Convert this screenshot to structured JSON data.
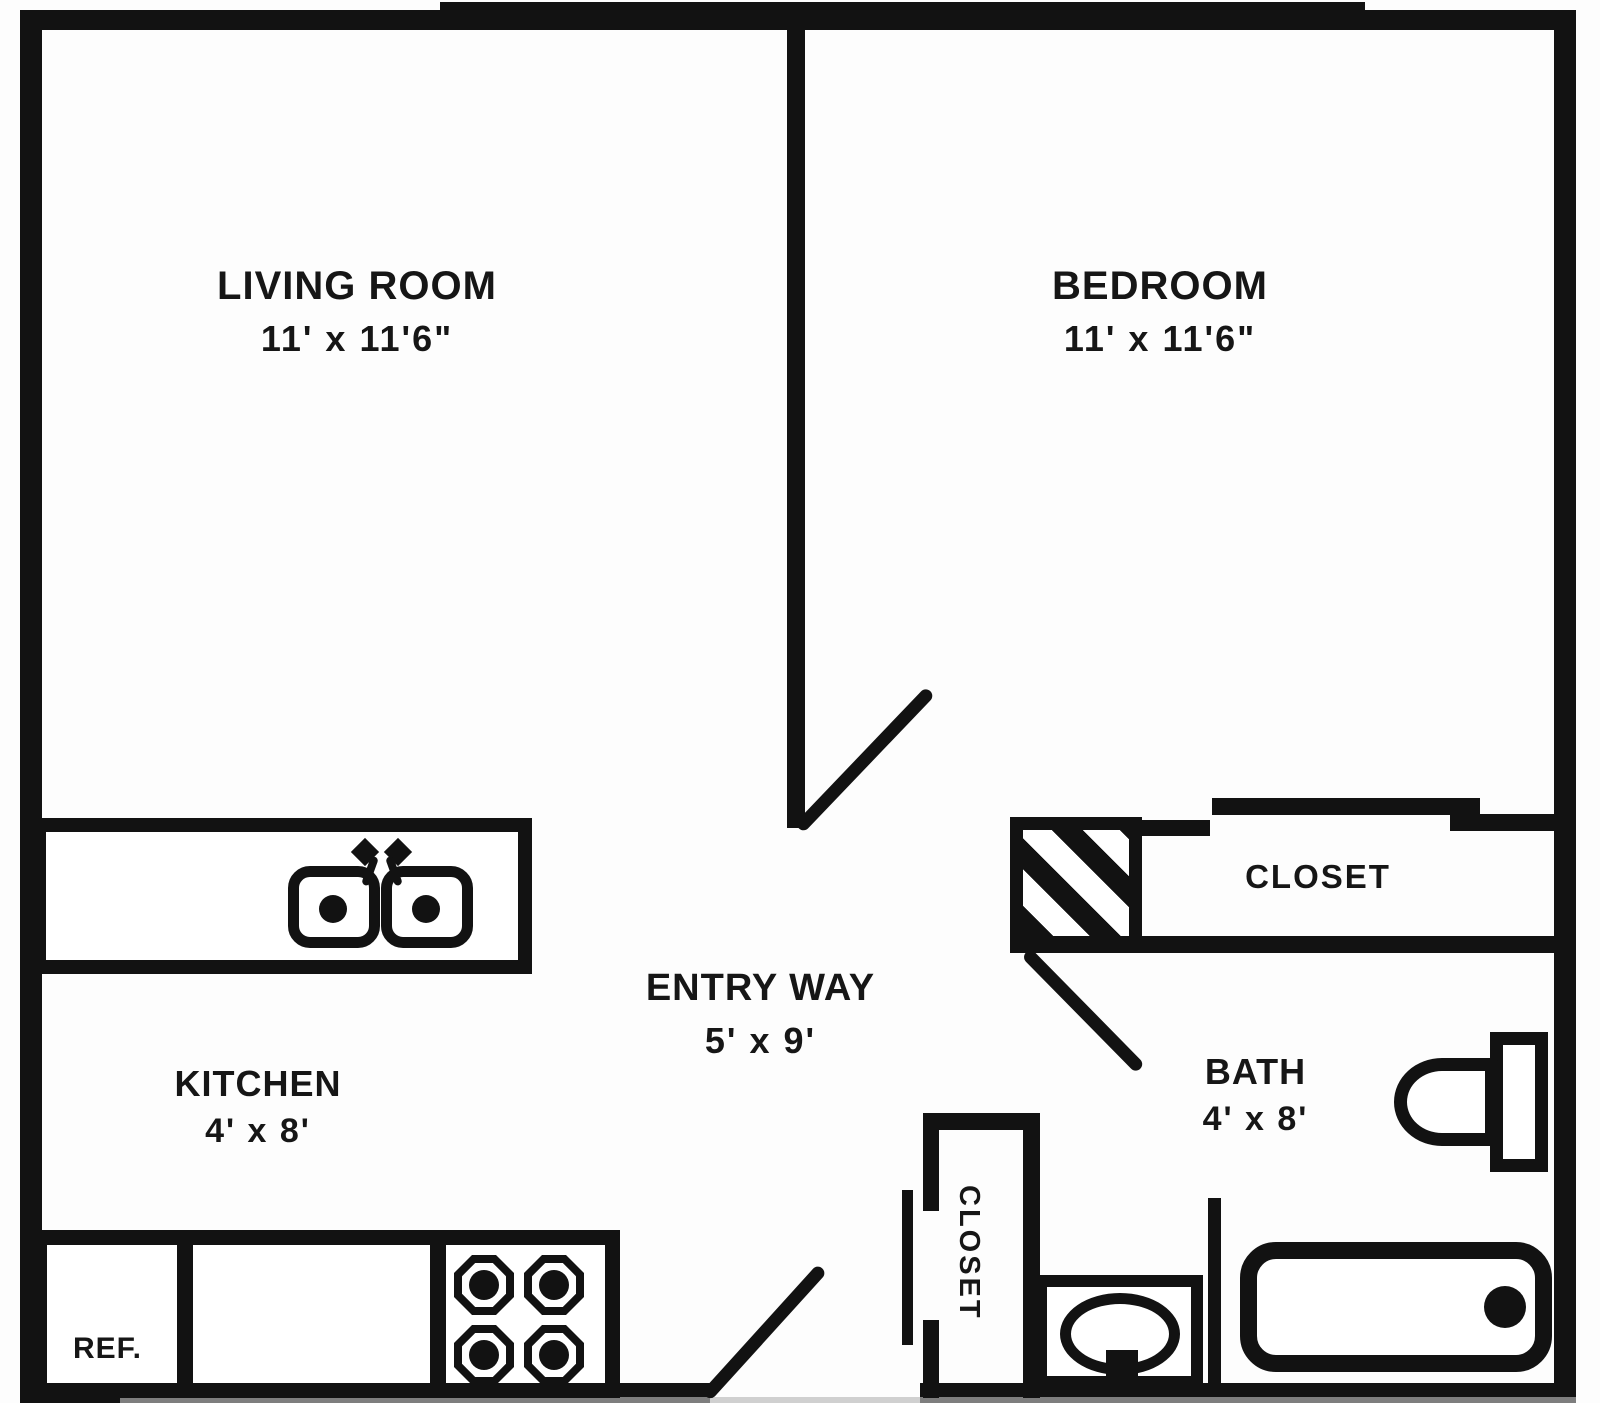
{
  "document": {
    "type": "apartment floor plan"
  },
  "colors": {
    "ink": "#121212",
    "paper": "#ffffff"
  },
  "rooms": {
    "living_room": {
      "name": "LIVING ROOM",
      "dimensions": "11' x 11'6\""
    },
    "bedroom": {
      "name": "BEDROOM",
      "dimensions": "11' x 11'6\""
    },
    "kitchen": {
      "name": "KITCHEN",
      "dimensions": "4' x 8'"
    },
    "entry_way": {
      "name": "ENTRY WAY",
      "dimensions": "5' x 9'"
    },
    "bath": {
      "name": "BATH",
      "dimensions": "4' x 8'"
    }
  },
  "closets": {
    "bedroom_closet": {
      "label": "CLOSET"
    },
    "hall_closet": {
      "label": "CLOSET"
    }
  },
  "appliances": {
    "refrigerator_label": "REF."
  },
  "fixtures": {
    "kitchen_sink": "double-basin-sink-icon",
    "stove": "four-burner-stove-icon",
    "toilet": "toilet-icon",
    "bathroom_sink": "oval-basin-sink-icon",
    "bathtub": "bathtub-icon"
  }
}
